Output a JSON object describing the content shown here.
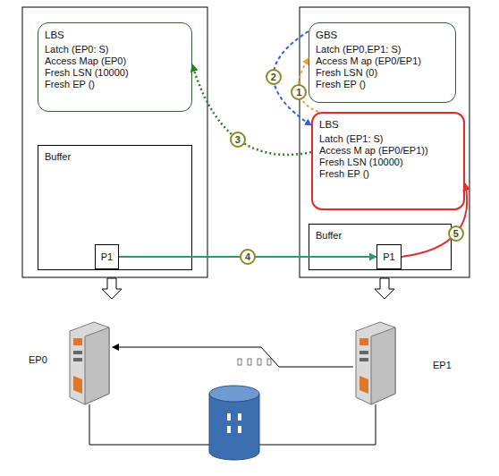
{
  "diagram": {
    "nodes": [
      {
        "text": [
          "LBS",
          "Latch (EP0: S)",
          "Access Map (EP0)",
          "Fresh LSN (10000)",
          "Fresh EP ()"
        ]
      },
      {
        "text": [
          "Buffer"
        ]
      },
      {
        "text": [
          "P1"
        ],
        "in": 1
      },
      {
        "text": [
          "GBS",
          "Latch (EP0,EP1: S)",
          "Access M ap (EP0/EP1)",
          "Fresh LSN (0)",
          "Fresh EP ()"
        ]
      },
      {
        "text": [
          "LBS",
          "Latch (EP1: S)",
          "Access M ap (EP0/EP1))",
          "Fresh LSN (10000)",
          "Fresh EP ()"
        ]
      },
      {
        "text": [
          "Buffer"
        ]
      },
      {
        "text": [
          "P1"
        ],
        "in": 5
      }
    ],
    "edges": [
      {
        "from": 4,
        "to": 3,
        "label": "1",
        "arrow": "to"
      },
      {
        "from": 3,
        "to": 4,
        "label": "2",
        "arrow": "to"
      },
      {
        "from": 4,
        "to": 0,
        "label": "3",
        "arrow": "to"
      },
      {
        "from": 2,
        "to": 6,
        "label": "4",
        "arrow": "to"
      },
      {
        "from": 6,
        "to": 4,
        "label": "5",
        "arrow": "to"
      }
    ],
    "labels": [
      "EP0",
      "EP1"
    ]
  }
}
